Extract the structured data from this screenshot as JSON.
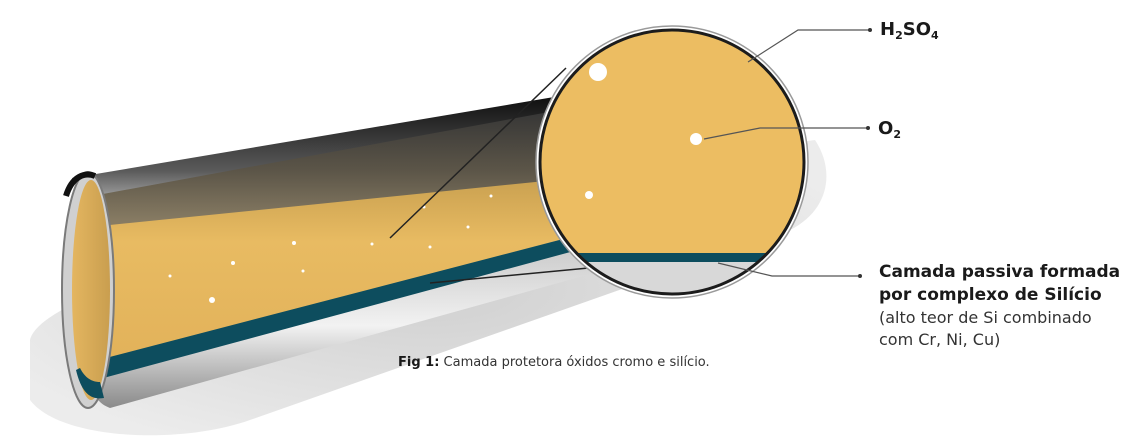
{
  "labels": {
    "acid": {
      "base1": "H",
      "sub1": "2",
      "base2": "SO",
      "sub2": "4"
    },
    "oxygen": {
      "base": "O",
      "sub": "2"
    },
    "layer": {
      "title_line1": "Camada passiva formada",
      "title_line2": "por complexo de Silício",
      "desc_line1": "(alto teor de Si combinado",
      "desc_line2": "com Cr, Ni, Cu)"
    }
  },
  "caption": {
    "prefix": "Fig 1:",
    "text": " Camada protetora óxidos cromo e silício."
  },
  "colors": {
    "acid_fill": "#ecbd62",
    "passive_layer": "#0d4d5e",
    "pipe_dark": "#2a2a2a",
    "pipe_light": "#d8d8d8",
    "shadow": "#d6d6d6"
  }
}
